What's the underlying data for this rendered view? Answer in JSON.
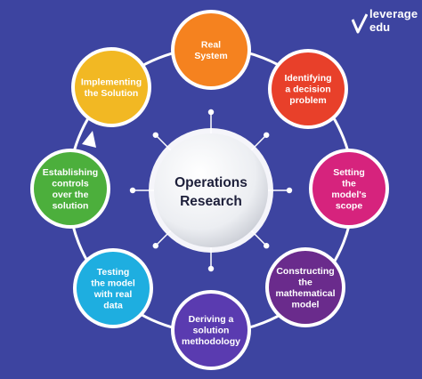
{
  "brand": {
    "line1": "leverage",
    "line2": "edu"
  },
  "center": {
    "lines": [
      "Operations",
      "Research"
    ]
  },
  "steps": [
    {
      "id": "real-system",
      "lines": [
        "Real",
        "System"
      ],
      "color": "#f5821f"
    },
    {
      "id": "identifying-problem",
      "lines": [
        "Identifying",
        "a decision",
        "problem"
      ],
      "color": "#e8402a"
    },
    {
      "id": "setting-scope",
      "lines": [
        "Setting",
        "the",
        "model's",
        "scope"
      ],
      "color": "#d6237d"
    },
    {
      "id": "constructing-model",
      "lines": [
        "Constructing",
        "the",
        "mathematical",
        "model"
      ],
      "color": "#6a2b8c"
    },
    {
      "id": "deriving-solution",
      "lines": [
        "Deriving a",
        "solution",
        "methodology"
      ],
      "color": "#5a3bb0"
    },
    {
      "id": "testing-model",
      "lines": [
        "Testing",
        "the model",
        "with real",
        "data"
      ],
      "color": "#1eaee0"
    },
    {
      "id": "establishing-controls",
      "lines": [
        "Establishing",
        "controls",
        "over the",
        "solution"
      ],
      "color": "#4caf3c"
    },
    {
      "id": "implementing-solution",
      "lines": [
        "Implementing",
        "the Solution"
      ],
      "color": "#f2b823"
    }
  ]
}
